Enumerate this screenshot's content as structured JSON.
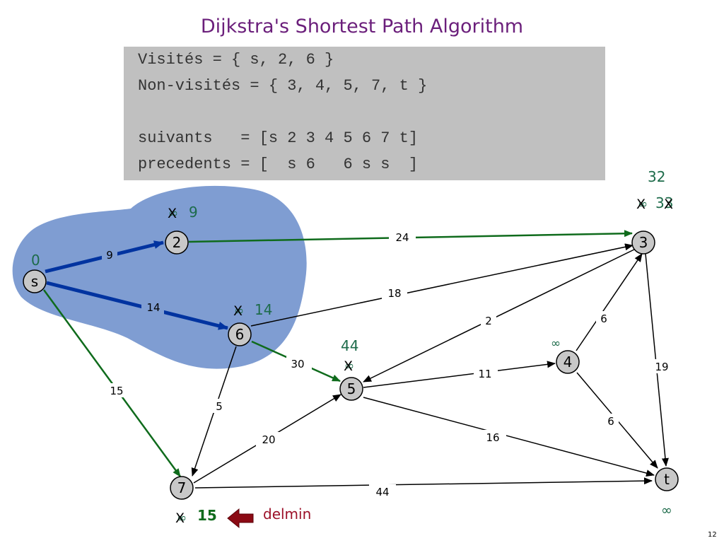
{
  "title": "Dijkstra's Shortest Path Algorithm",
  "code": {
    "visited": "Visités = { s, 2, 6 }",
    "unvisited": "Non-visités = { 3, 4, 5, 7, t }",
    "next": "suivants   = [s 2 3 4 5 6 7 t]",
    "prev": "precedents = [  s 6   6 s s  ]"
  },
  "nodes": {
    "s": "s",
    "n2": "2",
    "n3": "3",
    "n4": "4",
    "n5": "5",
    "n6": "6",
    "n7": "7",
    "t": "t"
  },
  "edges": {
    "s_2": "9",
    "s_6": "14",
    "s_7": "15",
    "two_3": "24",
    "six_3": "18",
    "six_5": "30",
    "six_7": "5",
    "five_3": "2",
    "five_4": "11",
    "five_t": "16",
    "four_3": "6",
    "four_t": "6",
    "three_t": "19",
    "seven_5": "20",
    "seven_t": "44"
  },
  "distances": {
    "s": "0",
    "n2_old": "∞",
    "n2": "9",
    "n6_old": "∞",
    "n6": "14",
    "n5_old": "∞",
    "n5": "44",
    "n4": "∞",
    "n3_top": "32",
    "n3_old": "∞",
    "n3": "33",
    "n7_old": "∞",
    "n7": "15",
    "t": "∞"
  },
  "cross_mark": "X",
  "delmin_label": "delmin",
  "slide_number": "12",
  "colors": {
    "title": "#6b1f7b",
    "code_bg": "#c0c0c0",
    "cloud": "#7f9dd2",
    "tree_edge": "#0033a0",
    "relaxed_edge": "#0f6b1c",
    "distance": "#1d6b4a",
    "node_fill": "#c8c8c8",
    "arrow": "#8b0a14",
    "delmin": "#9c1028"
  }
}
